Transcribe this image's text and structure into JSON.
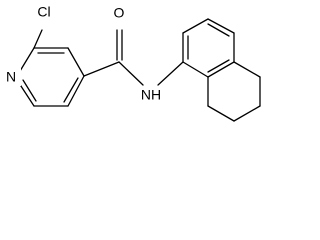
{
  "molecule": {
    "atom_labels": {
      "cl": "Cl",
      "o": "O",
      "n_ring": "N",
      "nh": "NH"
    }
  }
}
